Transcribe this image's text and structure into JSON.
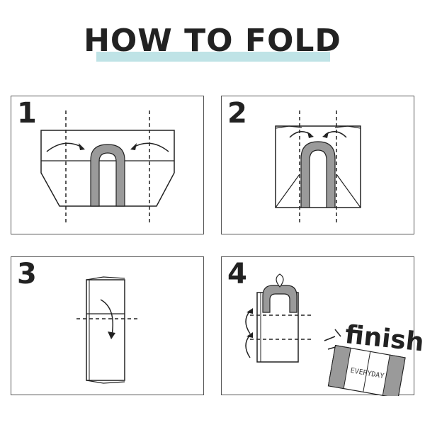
{
  "title": "HOW TO FOLD",
  "steps": [
    {
      "number": "1"
    },
    {
      "number": "2"
    },
    {
      "number": "3"
    },
    {
      "number": "4"
    }
  ],
  "finish": "finish",
  "bag_label": "EVERYDAY",
  "colors": {
    "highlight": "#bfe3e6",
    "strap": "#9a9a9a",
    "line": "#222222"
  }
}
